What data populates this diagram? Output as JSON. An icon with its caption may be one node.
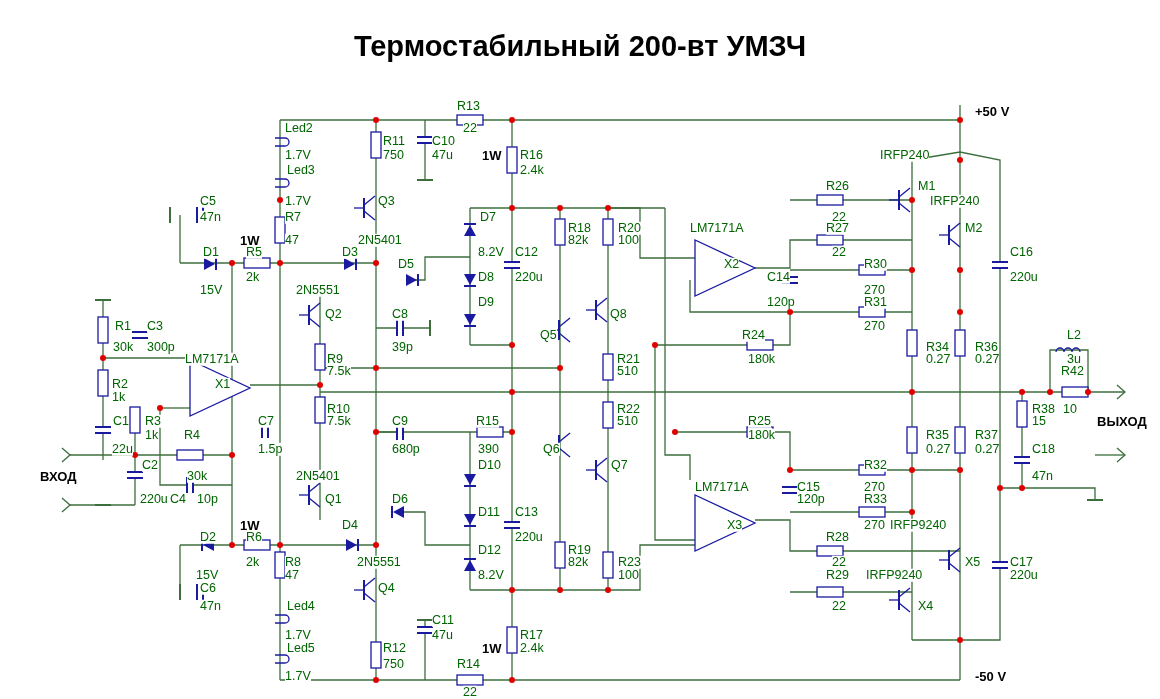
{
  "diagram": {
    "title": "Термостабильный 200-вт УМЗЧ",
    "labels": [
      "R13",
      "+50 V",
      "Led2",
      "22",
      "R11",
      "C10",
      "1.7V",
      "750",
      "47u",
      "1W",
      "R16",
      "IRFP240",
      "Led3",
      "2.4k",
      "R26",
      "M1",
      "C5",
      "1.7V",
      "Q3",
      "IRFP240",
      "47n",
      "R7",
      "D7",
      "22",
      "R18",
      "R20",
      "LM7171A",
      "R27",
      "M2",
      "1W",
      "47",
      "2N5401",
      "82k",
      "100",
      "D1",
      "R5",
      "D3",
      "8.2V",
      "C12",
      "22",
      "C16",
      "D5",
      "X2",
      "R30",
      "2k",
      "D8",
      "220u",
      "C14",
      "220u",
      "15V",
      "2N5551",
      "270",
      "D9",
      "120p",
      "R31",
      "Q2",
      "C8",
      "Q8",
      "R1",
      "C3",
      "270",
      "Q5",
      "R24",
      "L2",
      "30k",
      "300p",
      "39p",
      "R34",
      "R36",
      "LM7171A",
      "R9",
      "R21",
      "180k",
      "0.27",
      "0.27",
      "3u",
      "7.5k",
      "510",
      "R42",
      "R2",
      "X1",
      "1k",
      "R10",
      "R22",
      "R38",
      "10",
      "C1",
      "R3",
      "C7",
      "7.5k",
      "C9",
      "R15",
      "510",
      "R25",
      "15",
      "ВЫХОД",
      "1k",
      "R4",
      "180k",
      "R35",
      "R37",
      "22u",
      "1.5p",
      "680p",
      "390",
      "Q6",
      "0.27",
      "0.27",
      "C18",
      "C2",
      "D10",
      "Q7",
      "R32",
      "ВХОД",
      "30k",
      "2N5401",
      "47n",
      "LM7171A",
      "C15",
      "270",
      "220u",
      "C4",
      "10p",
      "Q1",
      "D6",
      "120p",
      "R33",
      "D11",
      "C13",
      "1W",
      "D4",
      "X3",
      "270",
      "IRFP9240",
      "D2",
      "R6",
      "220u",
      "R28",
      "D12",
      "R19",
      "2k",
      "R8",
      "2N5551",
      "82k",
      "R23",
      "22",
      "X5",
      "C17",
      "15V",
      "47",
      "8.2V",
      "100",
      "R29",
      "IRFP9240",
      "220u",
      "C6",
      "Q4",
      "47n",
      "Led4",
      "22",
      "X4",
      "C11",
      "1.7V",
      "47u",
      "R17",
      "Led5",
      "R12",
      "1W",
      "2.4k",
      "750",
      "R14",
      "1.7V",
      "-50 V",
      "22"
    ]
  }
}
